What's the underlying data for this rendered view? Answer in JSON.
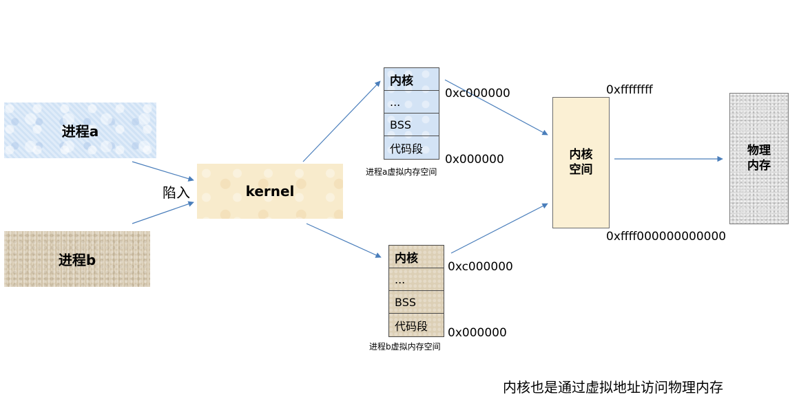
{
  "process_a": {
    "label": "进程a"
  },
  "process_b": {
    "label": "进程b"
  },
  "trap": {
    "label": "陷入"
  },
  "kernel": {
    "label": "kernel"
  },
  "vmem_a": {
    "cells": [
      "内核",
      "...",
      "BSS",
      "代码段"
    ],
    "addr_top": "0xc000000",
    "addr_bottom": "0x000000",
    "caption": "进程a虚拟内存空间"
  },
  "vmem_b": {
    "cells": [
      "内核",
      "...",
      "BSS",
      "代码段"
    ],
    "addr_top": "0xc000000",
    "addr_bottom": "0x000000",
    "caption": "进程b虚拟内存空间"
  },
  "kernel_space": {
    "label_line1": "内核",
    "label_line2": "空间",
    "addr_top": "0xffffffff",
    "addr_bottom": "0xffff000000000000"
  },
  "physical_memory": {
    "label_line1": "物理",
    "label_line2": "内存"
  },
  "caption": "内核也是通过虚拟地址访问物理内存",
  "colors": {
    "arrow": "#4a7ebb",
    "process_a_fill": "#d6e6f7",
    "process_b_fill": "#d9ccb3",
    "kernel_fill": "#f8ebcc",
    "kernel_space_fill": "#fbf0d4",
    "physical_memory_fill": "#e3e3e3"
  }
}
